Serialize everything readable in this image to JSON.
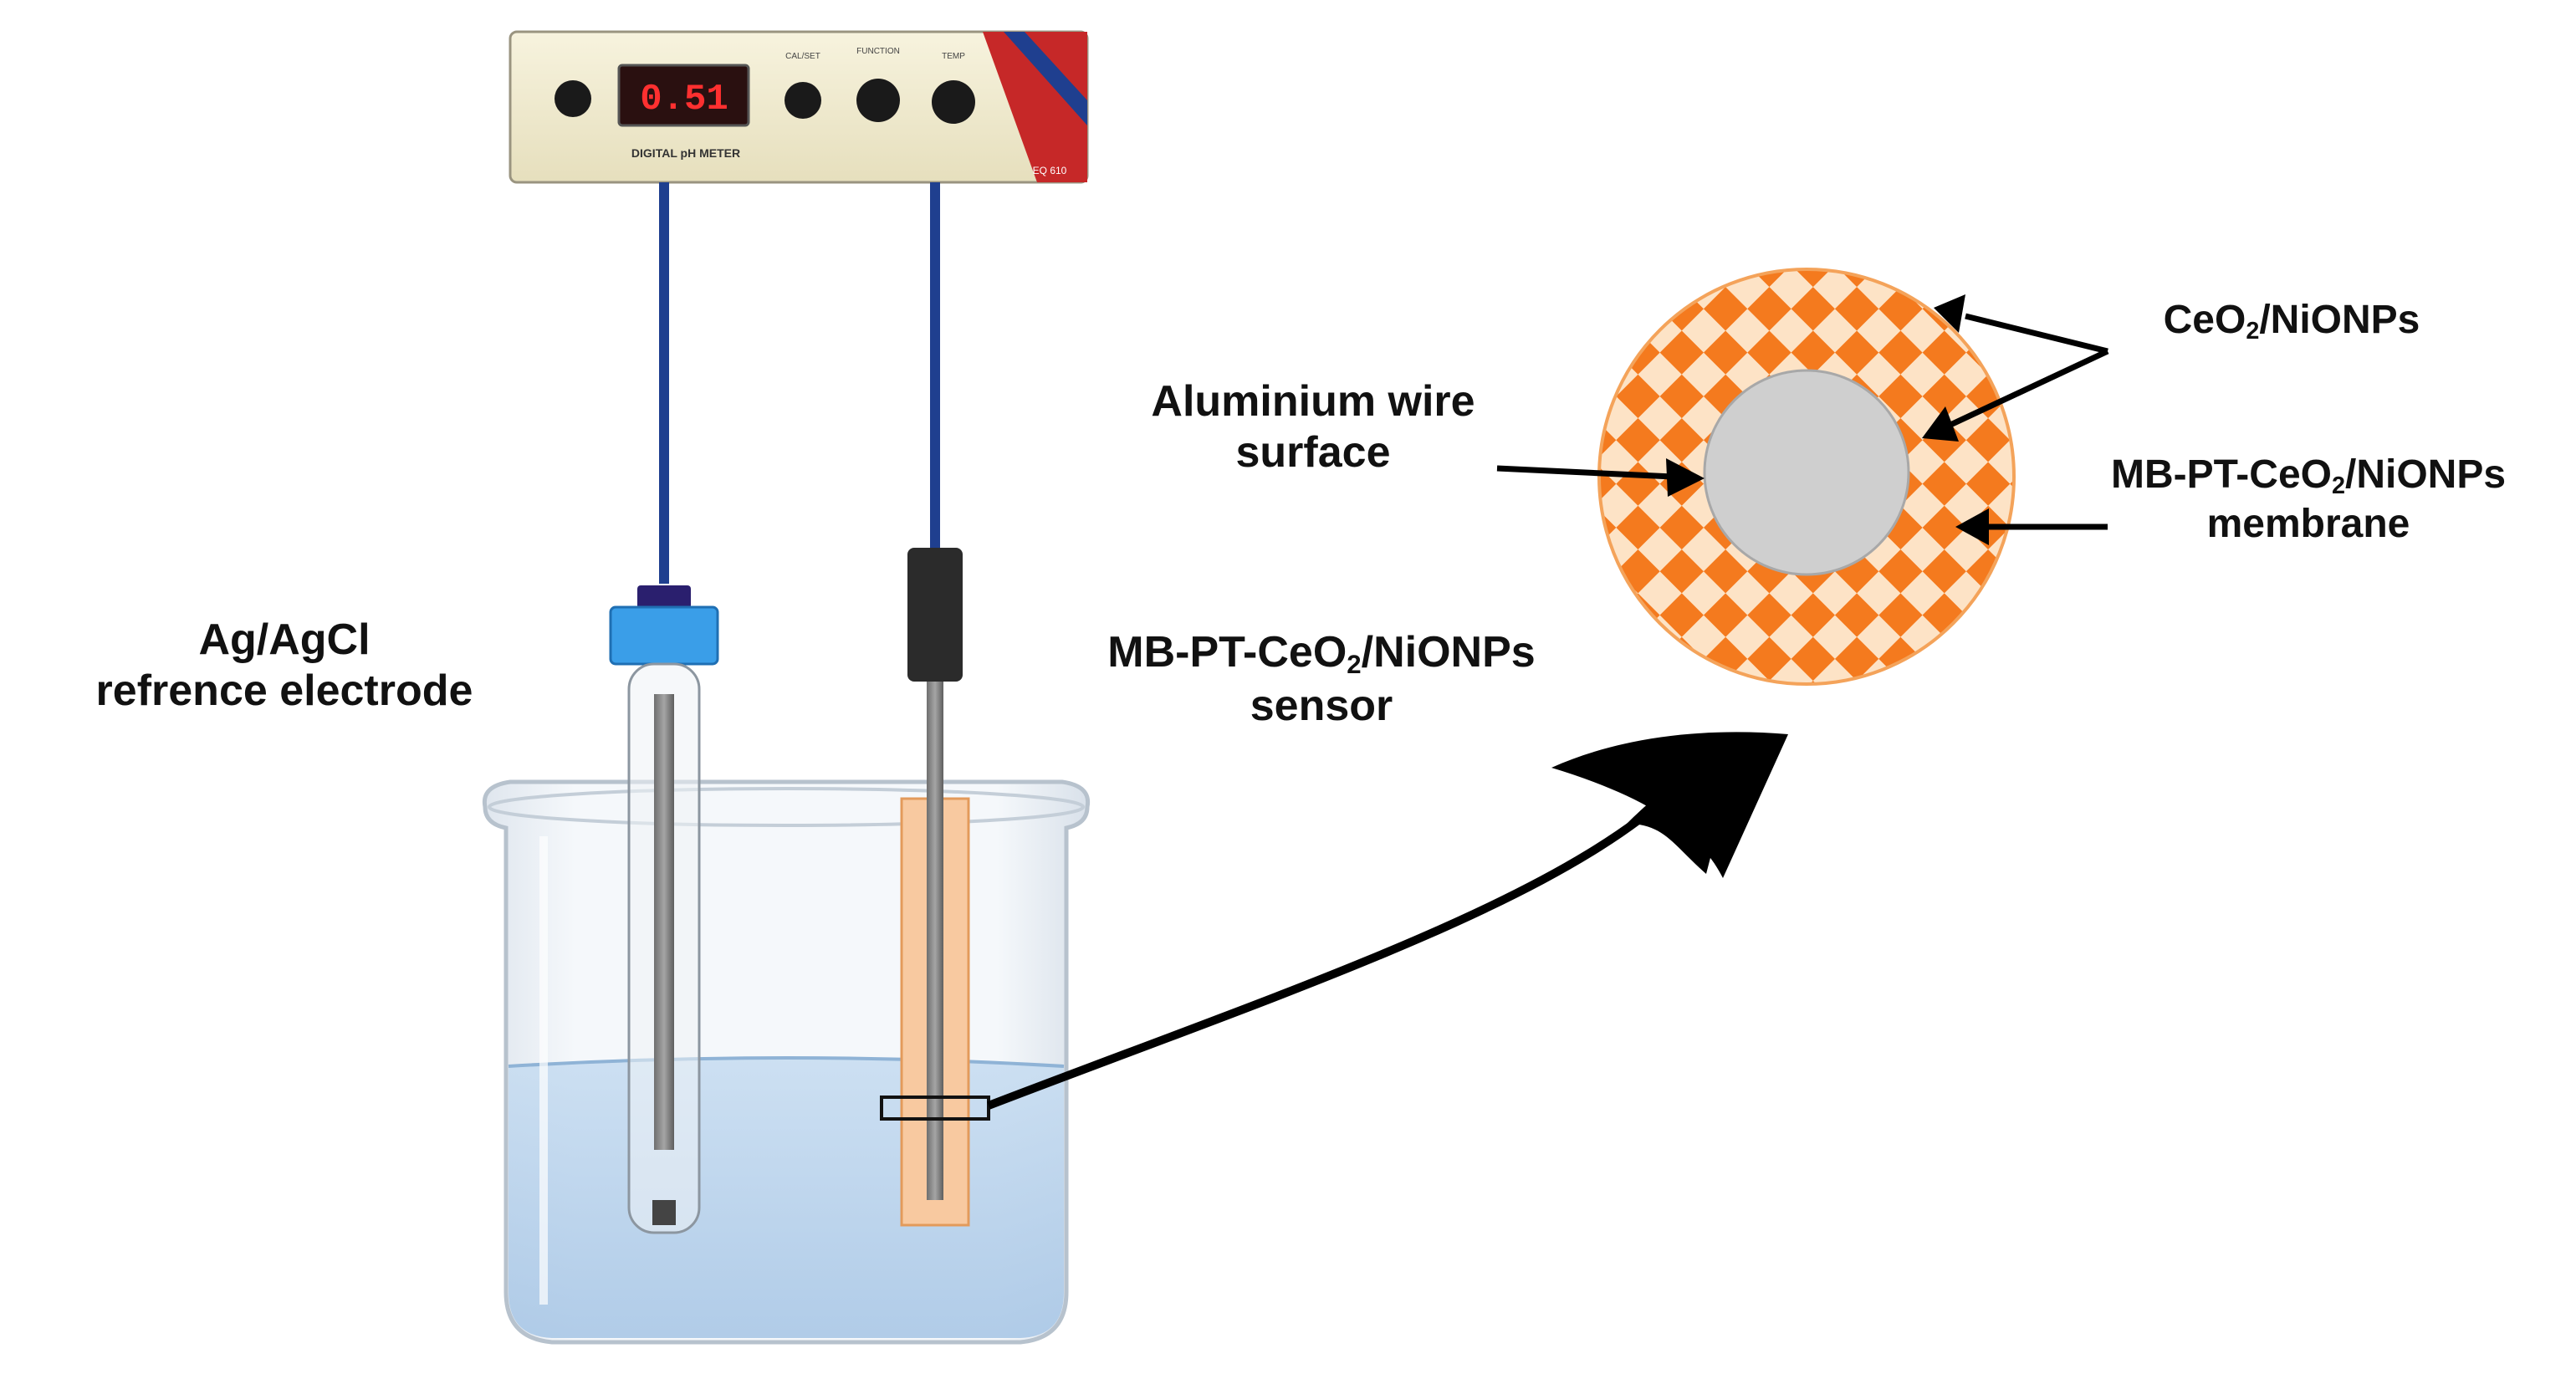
{
  "meter": {
    "display_value": "0.51",
    "device_label": "DIGITAL pH METER",
    "knob_label_1": "CAL/SET",
    "knob_label_2": "FUNCTION",
    "knob_label_3": "TEMP",
    "brand_label": "EQ 610"
  },
  "labels": {
    "reference_line1": "Ag/AgCl",
    "reference_line2": "refrence electrode",
    "sensor_line1_pre": "MB-PT-CeO",
    "sensor_line1_sub": "2",
    "sensor_line1_post": "/NiONPs",
    "sensor_line2": "sensor",
    "wire_line1": "Aluminium wire",
    "wire_line2": "surface",
    "nanoparticles_pre": "CeO",
    "nanoparticles_sub": "2",
    "nanoparticles_post": "/NiONPs",
    "membrane_line1_pre": "MB-PT-CeO",
    "membrane_line1_sub": "2",
    "membrane_line1_post": "/NiONPs",
    "membrane_line2": "membrane"
  },
  "colors": {
    "membrane_orange": "#f47a1e",
    "membrane_light": "#fde3c6",
    "wire_gray": "#cfcfcf",
    "cable_blue": "#1f3f8f",
    "cap_blue": "#3a9ee8",
    "meter_face": "#f4efd6",
    "meter_accent": "#c62828",
    "display_red": "#ff3030",
    "water_blue": "#b8d5ef",
    "sensor_sleeve": "#f8c9a0"
  }
}
